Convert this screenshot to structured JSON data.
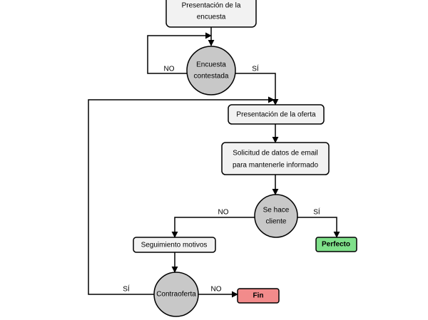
{
  "nodes": {
    "presentacion_encuesta": [
      "Presentación de la",
      "encuesta"
    ],
    "encuesta_contestada": [
      "Encuesta",
      "contestada"
    ],
    "presentacion_oferta": "Presentación de la oferta",
    "solicitud_datos": [
      "Solicitud de datos de email",
      "para mantenerle informado"
    ],
    "se_hace_cliente": [
      "Se hace",
      "cliente"
    ],
    "seguimiento_motivos": "Seguimiento motivos",
    "perfecto": "Perfecto",
    "contraoferta": "Contraoferta",
    "fin": "Fin"
  },
  "edge_labels": {
    "encuesta_no": "NO",
    "encuesta_si": "SÍ",
    "cliente_no": "NO",
    "cliente_si": "SÍ",
    "contraoferta_si": "SÍ",
    "contraoferta_no": "NO"
  },
  "colors": {
    "perfecto_fill": "#7fe08a",
    "fin_fill": "#f28b8b",
    "box_fill": "#f2f2f2",
    "circle_fill": "#c8c8c8"
  }
}
